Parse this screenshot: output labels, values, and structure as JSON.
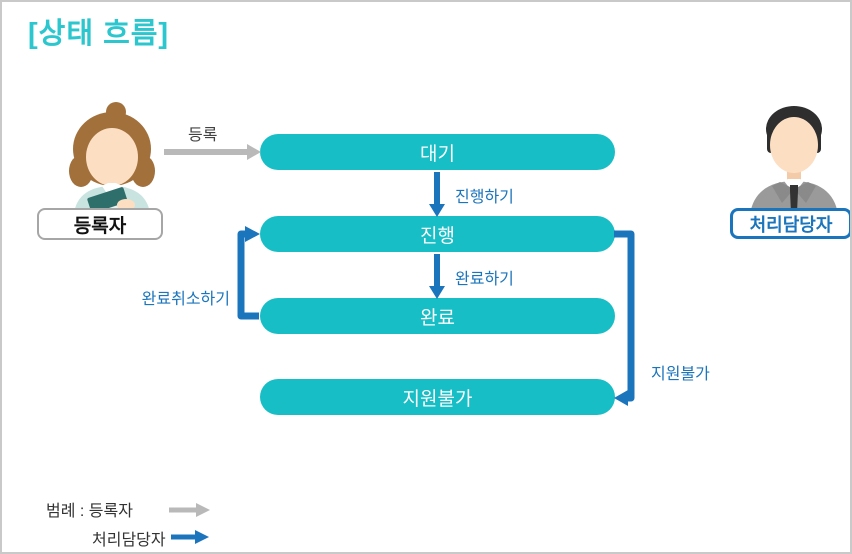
{
  "title": "[상태 흐름]",
  "colors": {
    "title": "#2BC6CE",
    "state_pill": "#17BEC6",
    "handler_arrow": "#1B75BC",
    "registrant_arrow": "#B9B9B9"
  },
  "actors": {
    "registrant": {
      "label": "등록자"
    },
    "handler": {
      "label": "처리담당자"
    }
  },
  "states": [
    {
      "label": "대기"
    },
    {
      "label": "진행"
    },
    {
      "label": "완료"
    },
    {
      "label": "지원불가"
    }
  ],
  "transitions": {
    "register": "등록",
    "proceed": "진행하기",
    "complete": "완료하기",
    "cancel_complete": "완료취소하기",
    "unavailable": "지원불가"
  },
  "legend": {
    "prefix": "범례 :",
    "registrant": "등록자",
    "handler": "처리담당자"
  }
}
